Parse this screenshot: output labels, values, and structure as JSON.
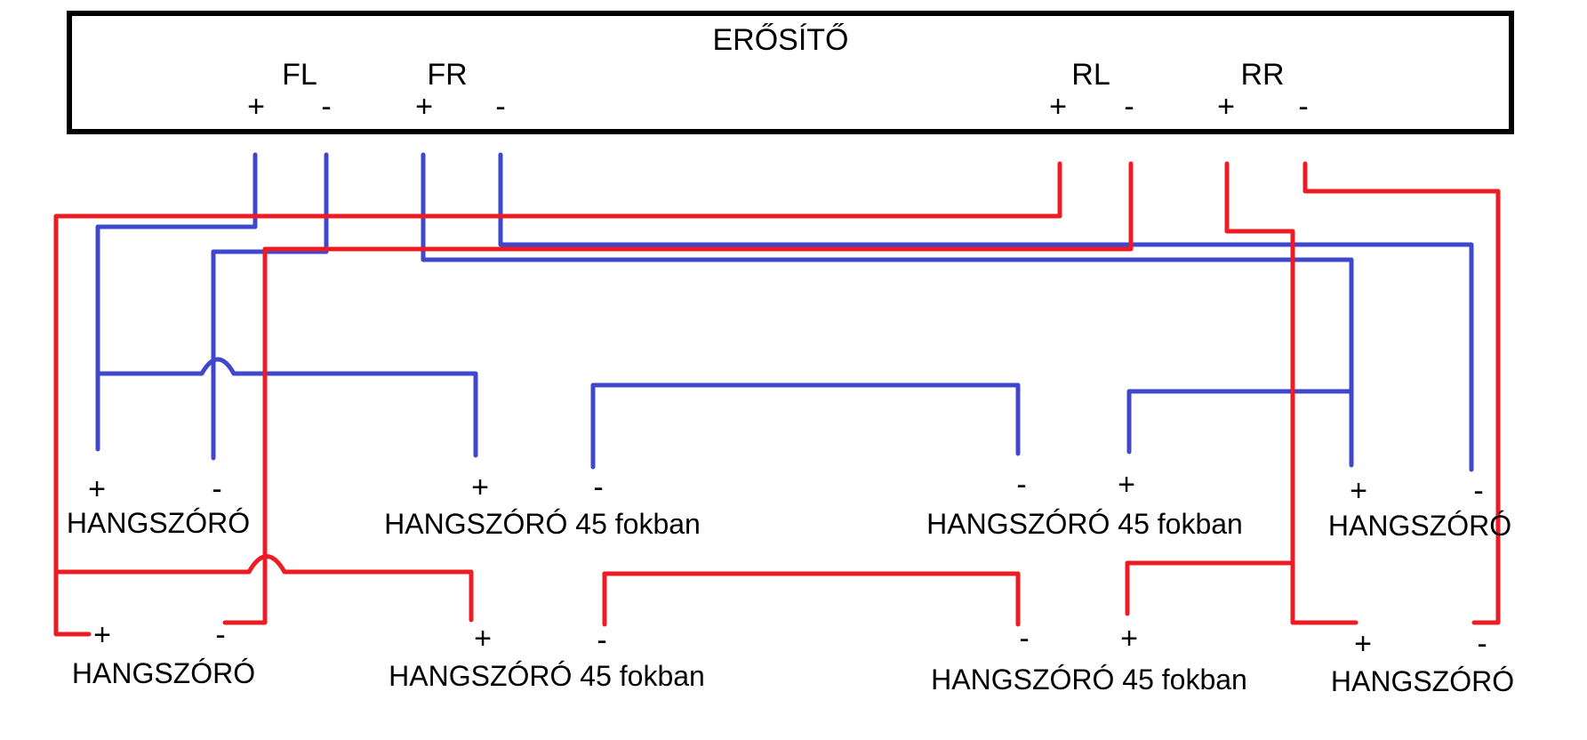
{
  "colors": {
    "front_wire": "#3f48cc",
    "rear_wire": "#ed1c24",
    "outline": "#000000"
  },
  "amplifier": {
    "title": "ERŐSÍTŐ",
    "channels": [
      {
        "name": "FL",
        "plus": "+",
        "minus": "-"
      },
      {
        "name": "FR",
        "plus": "+",
        "minus": "-"
      },
      {
        "name": "RL",
        "plus": "+",
        "minus": "-"
      },
      {
        "name": "RR",
        "plus": "+",
        "minus": "-"
      }
    ]
  },
  "speakers": {
    "row1": [
      {
        "label": "HANGSZÓRÓ",
        "signs": [
          "+",
          "-"
        ]
      },
      {
        "label": "HANGSZÓRÓ 45 fokban",
        "signs": [
          "+",
          "-"
        ]
      },
      {
        "label": "HANGSZÓRÓ 45 fokban",
        "signs": [
          "-",
          "+"
        ]
      },
      {
        "label": "HANGSZÓRÓ",
        "signs": [
          "+",
          "-"
        ]
      }
    ],
    "row2": [
      {
        "label": "HANGSZÓRÓ",
        "signs": [
          "+",
          "-"
        ]
      },
      {
        "label": "HANGSZÓRÓ 45 fokban",
        "signs": [
          "+",
          "-"
        ]
      },
      {
        "label": "HANGSZÓRÓ 45 fokban",
        "signs": [
          "-",
          "+"
        ]
      },
      {
        "label": "HANGSZÓRÓ",
        "signs": [
          "+",
          "-"
        ]
      }
    ]
  }
}
